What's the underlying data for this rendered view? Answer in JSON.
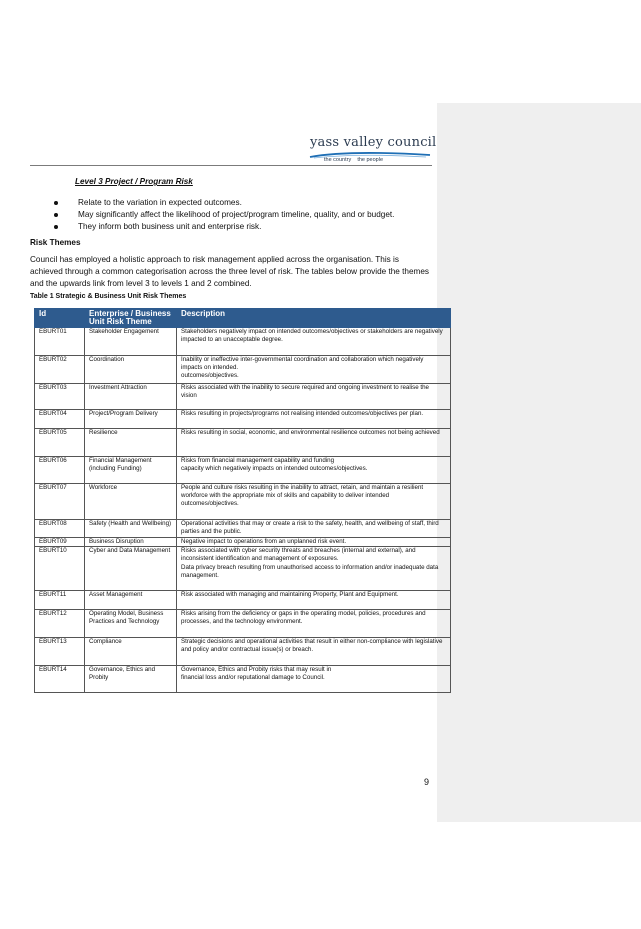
{
  "header": {
    "logo_title": "yass valley council",
    "logo_tagline": "the country    the people"
  },
  "section_heading": "Level 3 Project / Program Risk",
  "bullets": [
    "Relate to the variation in expected outcomes.",
    "May significantly affect the likelihood of project/program timeline, quality, and or budget.",
    "They inform both business unit and enterprise risk."
  ],
  "risk_themes_heading": "Risk Themes",
  "intro_paragraph": "Council has employed a holistic approach to risk management applied across the organisation. This is achieved through a common categorisation across the three level of risk. The tables below provide the themes and the upwards link from level 3 to levels 1 and 2 combined.",
  "table_caption": "Table 1 Strategic & Business Unit Risk Themes",
  "table": {
    "headers": [
      "Id",
      "Enterprise / Business Unit Risk Theme",
      "Description"
    ],
    "rows": [
      {
        "id": "EBURT01",
        "theme": "Stakeholder Engagement",
        "description": "Stakeholders negatively impact on intended outcomes/objectives or stakeholders are negatively impacted to an unacceptable degree."
      },
      {
        "id": "EBURT02",
        "theme": "Coordination",
        "description": "Inability or ineffective inter-governmental coordination and collaboration which negatively impacts on intended.\noutcomes/objectives."
      },
      {
        "id": "EBURT03",
        "theme": "Investment Attraction",
        "description": "Risks associated with the inability to secure required and ongoing investment to realise the vision"
      },
      {
        "id": "EBURT04",
        "theme": "Project/Program Delivery",
        "description": "Risks resulting in projects/programs not realising intended outcomes/objectives per plan."
      },
      {
        "id": "EBURT05",
        "theme": "Resilience",
        "description": "Risks resulting in social, economic, and environmental resilience outcomes not being achieved"
      },
      {
        "id": "EBURT06",
        "theme": "Financial Management (including Funding)",
        "description": "Risks from financial management capability and funding\ncapacity which negatively impacts on intended outcomes/objectives."
      },
      {
        "id": "EBURT07",
        "theme": "Workforce",
        "description": "People and culture risks resulting in the inability to attract, retain, and maintain a resilient workforce with the appropriate mix of skills and capability to deliver intended outcomes/objectives."
      },
      {
        "id": "EBURT08",
        "theme": "Safety (Health and Wellbeing)",
        "description": "Operational activities that may or create a risk to the safety, health, and wellbeing of staff, third parties and the public."
      },
      {
        "id": "EBURT09",
        "theme": "Business Disruption",
        "description": "Negative impact to operations from an unplanned risk event."
      },
      {
        "id": "EBURT10",
        "theme": "Cyber and Data Management",
        "description": "Risks associated with cyber security threats and breaches (internal and external), and inconsistent identification and management of exposures.\nData privacy breach resulting from unauthorised access to information and/or inadequate data management."
      },
      {
        "id": "EBURT11",
        "theme": "Asset Management",
        "description": "Risk associated with managing and maintaining Property, Plant and Equipment."
      },
      {
        "id": "EBURT12",
        "theme": "Operating Model, Business Practices and Technology",
        "description": "Risks arising from the deficiency or gaps in the operating model, policies, procedures and processes, and the technology environment."
      },
      {
        "id": "EBURT13",
        "theme": "Compliance",
        "description": "Strategic decisions and operational activities that result in either non-compliance with legislative and policy and/or contractual issue(s) or breach."
      },
      {
        "id": "EBURT14",
        "theme": "Governance, Ethics and Probity",
        "description": "Governance, Ethics and Probity risks that may result in\nfinancial loss and/or reputational damage to Council."
      }
    ]
  },
  "page_number": "9",
  "colors": {
    "table_header_bg": "#2e5b8e",
    "logo_blue": "#2b3b50",
    "swoosh_blue": "#1f6fb5",
    "comment_pane_bg": "#efefef"
  }
}
